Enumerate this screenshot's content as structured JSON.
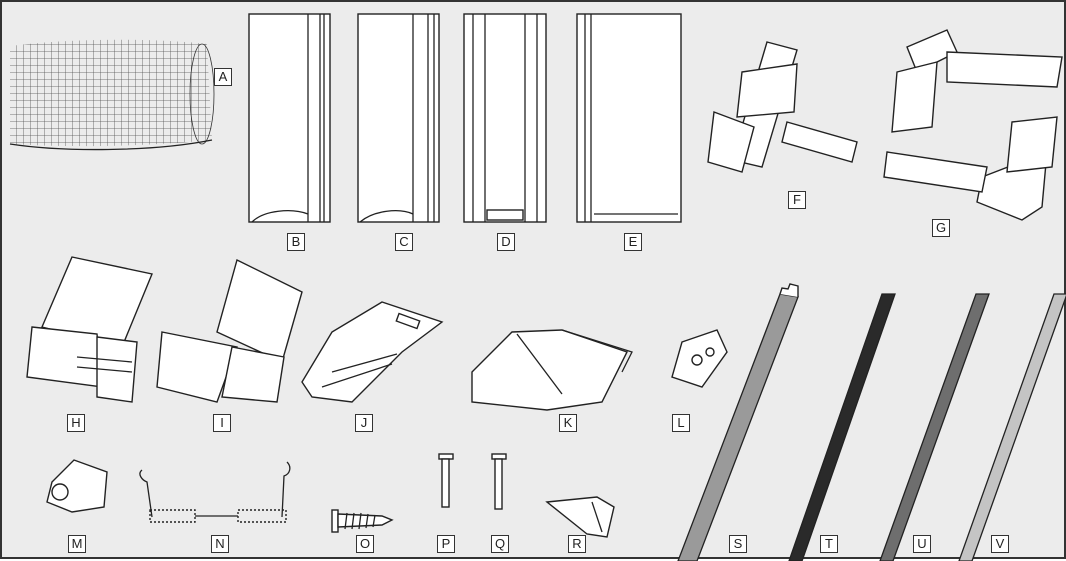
{
  "parts": [
    {
      "id": "mesh",
      "label": "A"
    },
    {
      "id": "profile-b",
      "label": "B"
    },
    {
      "id": "profile-c",
      "label": "C"
    },
    {
      "id": "profile-d",
      "label": "D"
    },
    {
      "id": "profile-e",
      "label": "E"
    },
    {
      "id": "t-connector",
      "label": "F"
    },
    {
      "id": "corner-connectors",
      "label": "G"
    },
    {
      "id": "end-cap-h",
      "label": "H"
    },
    {
      "id": "end-cap-i",
      "label": "I"
    },
    {
      "id": "clip-j",
      "label": "J"
    },
    {
      "id": "clip-k",
      "label": "K"
    },
    {
      "id": "bracket-l",
      "label": "L"
    },
    {
      "id": "clip-m",
      "label": "M"
    },
    {
      "id": "spring-n",
      "label": "N"
    },
    {
      "id": "screw-o",
      "label": "O"
    },
    {
      "id": "pin-p",
      "label": "P"
    },
    {
      "id": "pin-q",
      "label": "Q"
    },
    {
      "id": "wedge-r",
      "label": "R"
    },
    {
      "id": "strip-s",
      "label": "S",
      "color": "#9a9a9a"
    },
    {
      "id": "strip-t",
      "label": "T",
      "color": "#2a2a2a"
    },
    {
      "id": "strip-u",
      "label": "U",
      "color": "#6e6e6e"
    },
    {
      "id": "strip-v",
      "label": "V",
      "color": "#c4c4c4"
    }
  ]
}
